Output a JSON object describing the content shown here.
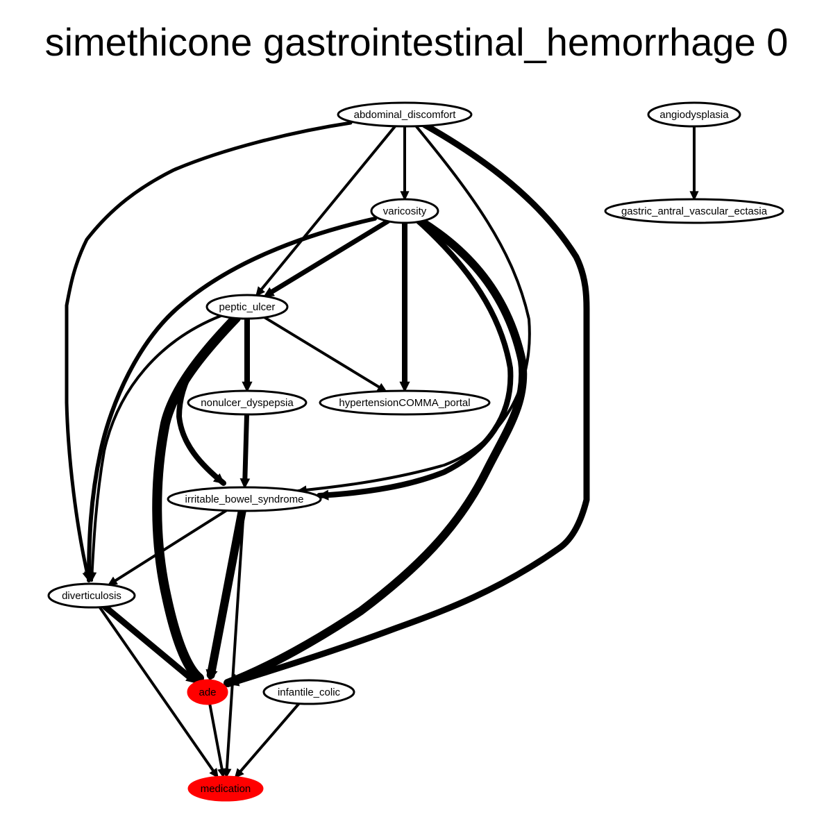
{
  "title": "simethicone gastrointestinal_hemorrhage 0",
  "colors": {
    "highlight": "#ff0000",
    "default_fill": "#ffffff",
    "stroke": "#000000"
  },
  "nodes": [
    {
      "id": "abdominal_discomfort",
      "label": "abdominal_discomfort",
      "highlight": false
    },
    {
      "id": "angiodysplasia",
      "label": "angiodysplasia",
      "highlight": false
    },
    {
      "id": "varicosity",
      "label": "varicosity",
      "highlight": false
    },
    {
      "id": "gastric_antral_vascular_ectasia",
      "label": "gastric_antral_vascular_ectasia",
      "highlight": false
    },
    {
      "id": "peptic_ulcer",
      "label": "peptic_ulcer",
      "highlight": false
    },
    {
      "id": "nonulcer_dyspepsia",
      "label": "nonulcer_dyspepsia",
      "highlight": false
    },
    {
      "id": "hypertensionCOMMA_portal",
      "label": "hypertensionCOMMA_portal",
      "highlight": false
    },
    {
      "id": "irritable_bowel_syndrome",
      "label": "irritable_bowel_syndrome",
      "highlight": false
    },
    {
      "id": "diverticulosis",
      "label": "diverticulosis",
      "highlight": false
    },
    {
      "id": "ade",
      "label": "ade",
      "highlight": true
    },
    {
      "id": "infantile_colic",
      "label": "infantile_colic",
      "highlight": false
    },
    {
      "id": "medication",
      "label": "medication",
      "highlight": true
    }
  ],
  "edges": [
    {
      "from": "abdominal_discomfort",
      "to": "varicosity",
      "weight": 4
    },
    {
      "from": "abdominal_discomfort",
      "to": "peptic_ulcer",
      "weight": 4
    },
    {
      "from": "abdominal_discomfort",
      "to": "diverticulosis",
      "weight": 5
    },
    {
      "from": "abdominal_discomfort",
      "to": "irritable_bowel_syndrome",
      "weight": 4
    },
    {
      "from": "abdominal_discomfort",
      "to": "ade",
      "weight": 9
    },
    {
      "from": "angiodysplasia",
      "to": "gastric_antral_vascular_ectasia",
      "weight": 4
    },
    {
      "from": "varicosity",
      "to": "peptic_ulcer",
      "weight": 7
    },
    {
      "from": "varicosity",
      "to": "hypertensionCOMMA_portal",
      "weight": 8
    },
    {
      "from": "varicosity",
      "to": "diverticulosis",
      "weight": 6
    },
    {
      "from": "varicosity",
      "to": "irritable_bowel_syndrome",
      "weight": 8
    },
    {
      "from": "varicosity",
      "to": "ade",
      "weight": 12
    },
    {
      "from": "peptic_ulcer",
      "to": "nonulcer_dyspepsia",
      "weight": 8
    },
    {
      "from": "peptic_ulcer",
      "to": "hypertensionCOMMA_portal",
      "weight": 4
    },
    {
      "from": "peptic_ulcer",
      "to": "diverticulosis",
      "weight": 4
    },
    {
      "from": "peptic_ulcer",
      "to": "irritable_bowel_syndrome",
      "weight": 8
    },
    {
      "from": "peptic_ulcer",
      "to": "ade",
      "weight": 14
    },
    {
      "from": "nonulcer_dyspepsia",
      "to": "irritable_bowel_syndrome",
      "weight": 7
    },
    {
      "from": "irritable_bowel_syndrome",
      "to": "diverticulosis",
      "weight": 4
    },
    {
      "from": "irritable_bowel_syndrome",
      "to": "ade",
      "weight": 12
    },
    {
      "from": "irritable_bowel_syndrome",
      "to": "medication",
      "weight": 4
    },
    {
      "from": "diverticulosis",
      "to": "ade",
      "weight": 9
    },
    {
      "from": "diverticulosis",
      "to": "medication",
      "weight": 4
    },
    {
      "from": "ade",
      "to": "medication",
      "weight": 4
    },
    {
      "from": "infantile_colic",
      "to": "medication",
      "weight": 4
    }
  ]
}
